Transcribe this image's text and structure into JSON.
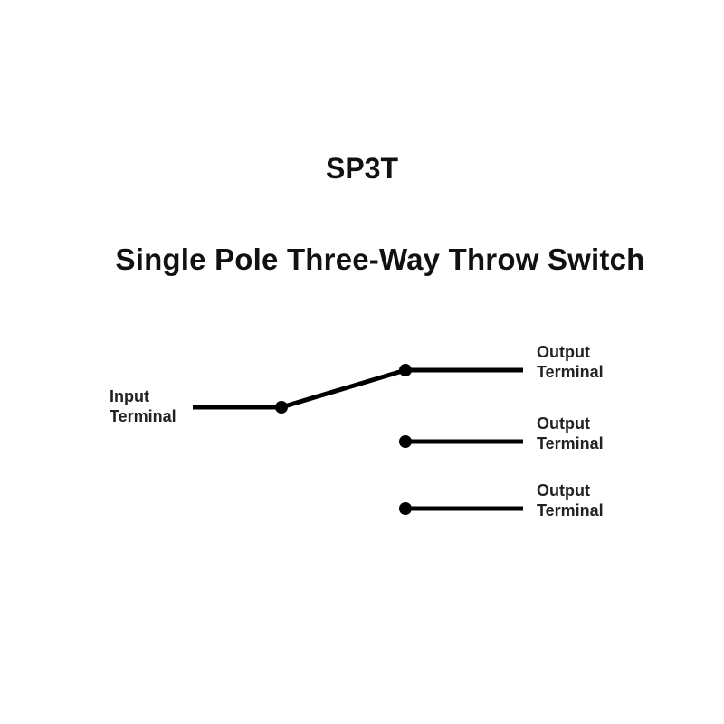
{
  "title": {
    "short": "SP3T",
    "long": "Single Pole Three-Way Throw Switch"
  },
  "diagram": {
    "input": {
      "line1": "Input",
      "line2": "Terminal"
    },
    "outputs": [
      {
        "line1": "Output",
        "line2": "Terminal"
      },
      {
        "line1": "Output",
        "line2": "Terminal"
      },
      {
        "line1": "Output",
        "line2": "Terminal"
      }
    ],
    "colors": {
      "wire": "#000000",
      "text": "#222222"
    }
  }
}
